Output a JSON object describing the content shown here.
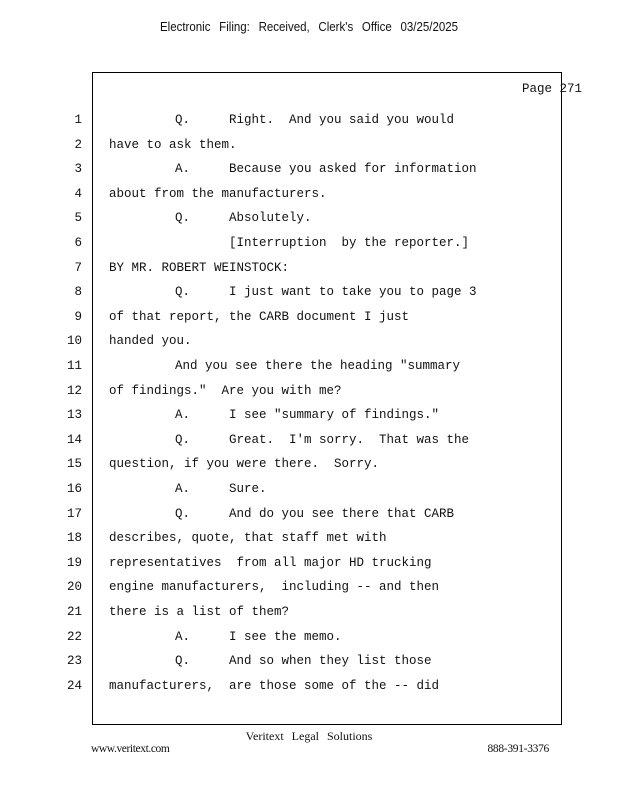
{
  "header": "Electronic Filing: Received, Clerk's Office 03/25/2025",
  "page_label": "Page 271",
  "lines": [
    {
      "num": "1",
      "kind": "qa",
      "label": "Q.",
      "text": "Right.  And you said you would"
    },
    {
      "num": "2",
      "kind": "plain",
      "label": "",
      "text": "have to ask them."
    },
    {
      "num": "3",
      "kind": "qa",
      "label": "A.",
      "text": "Because you asked for information"
    },
    {
      "num": "4",
      "kind": "plain",
      "label": "",
      "text": "about from the manufacturers."
    },
    {
      "num": "5",
      "kind": "qa",
      "label": "Q.",
      "text": "Absolutely."
    },
    {
      "num": "6",
      "kind": "paren",
      "label": "",
      "text": "[Interruption  by the reporter.]"
    },
    {
      "num": "7",
      "kind": "plain",
      "label": "",
      "text": "BY MR. ROBERT WEINSTOCK:"
    },
    {
      "num": "8",
      "kind": "qa",
      "label": "Q.",
      "text": "I just want to take you to page 3"
    },
    {
      "num": "9",
      "kind": "plain",
      "label": "",
      "text": "of that report, the CARB document I just"
    },
    {
      "num": "10",
      "kind": "plain",
      "label": "",
      "text": "handed you."
    },
    {
      "num": "11",
      "kind": "para",
      "label": "",
      "text": "And you see there the heading \"summary"
    },
    {
      "num": "12",
      "kind": "plain",
      "label": "",
      "text": "of findings.\"  Are you with me?"
    },
    {
      "num": "13",
      "kind": "qa",
      "label": "A.",
      "text": "I see \"summary of findings.\""
    },
    {
      "num": "14",
      "kind": "qa",
      "label": "Q.",
      "text": "Great.  I'm sorry.  That was the"
    },
    {
      "num": "15",
      "kind": "plain",
      "label": "",
      "text": "question, if you were there.  Sorry."
    },
    {
      "num": "16",
      "kind": "qa",
      "label": "A.",
      "text": "Sure."
    },
    {
      "num": "17",
      "kind": "qa",
      "label": "Q.",
      "text": "And do you see there that CARB"
    },
    {
      "num": "18",
      "kind": "plain",
      "label": "",
      "text": "describes, quote, that staff met with"
    },
    {
      "num": "19",
      "kind": "plain",
      "label": "",
      "text": "representatives  from all major HD trucking"
    },
    {
      "num": "20",
      "kind": "plain",
      "label": "",
      "text": "engine manufacturers,  including -- and then"
    },
    {
      "num": "21",
      "kind": "plain",
      "label": "",
      "text": "there is a list of them?"
    },
    {
      "num": "22",
      "kind": "qa",
      "label": "A.",
      "text": "I see the memo."
    },
    {
      "num": "23",
      "kind": "qa",
      "label": "Q.",
      "text": "And so when they list those"
    },
    {
      "num": "24",
      "kind": "plain",
      "label": "",
      "text": "manufacturers,  are those some of the -- did"
    }
  ],
  "footer": {
    "center": "Veritext Legal Solutions",
    "left": "www.veritext.com",
    "right": "888-391-3376"
  }
}
